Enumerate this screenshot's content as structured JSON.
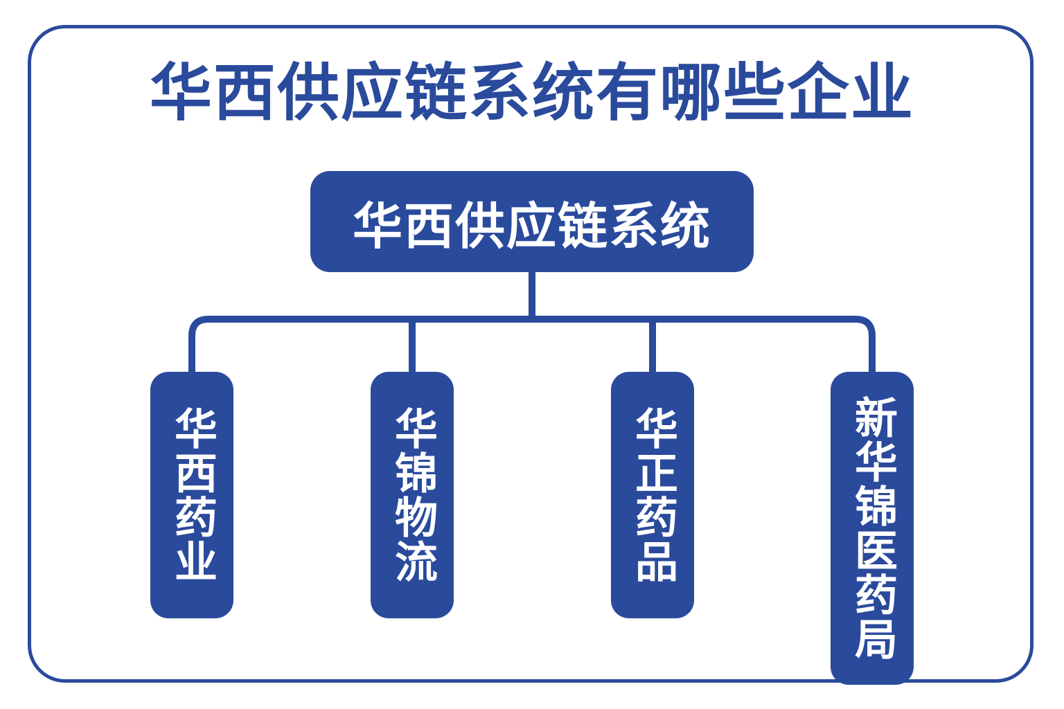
{
  "title": "华西供应链系统有哪些企业",
  "colors": {
    "primary": "#2a4a9c",
    "text_on_primary": "#ffffff",
    "background": "#ffffff"
  },
  "root": {
    "label": "华西供应链系统"
  },
  "children": [
    {
      "label": "华西药业"
    },
    {
      "label": "华锦物流"
    },
    {
      "label": "华正药品"
    },
    {
      "label": "新华锦医药局"
    }
  ]
}
